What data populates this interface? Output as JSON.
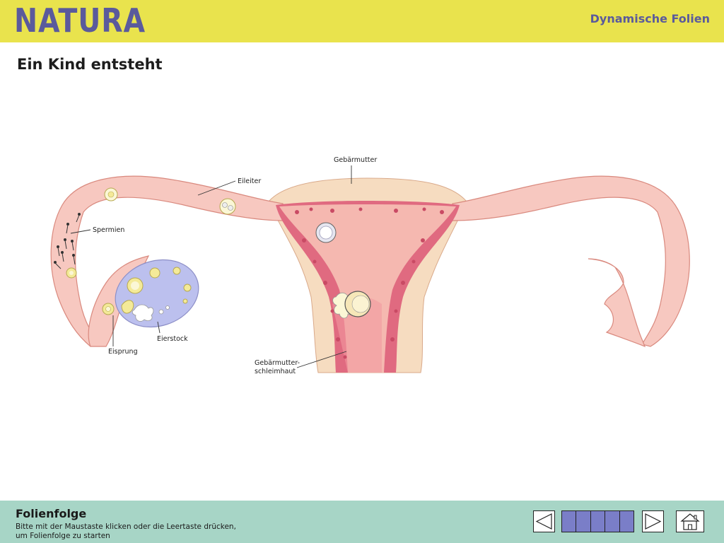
{
  "header": {
    "logo": "NATURA",
    "product_label": "Dynamische Folien"
  },
  "slide": {
    "title": "Ein Kind entsteht"
  },
  "diagram": {
    "labels": {
      "uterus": "Gebärmutter",
      "oviduct": "Eileiter",
      "sperm": "Spermien",
      "ovary": "Eierstock",
      "ovulation": "Eisprung",
      "endometrium_line1": "Gebärmutter-",
      "endometrium_line2": "schleimhaut"
    }
  },
  "footer": {
    "title": "Folienfolge",
    "line1": "Bitte mit der Maustaste klicken oder die Leertaste drücken,",
    "line2": "um Folienfolge zu starten"
  },
  "navigation": {
    "progress_total": 5,
    "progress_filled": 5,
    "icons": [
      "prev-arrow-icon",
      "next-arrow-icon",
      "home-icon"
    ]
  },
  "colors": {
    "header_bg": "#e9e34d",
    "logo": "#5a5a9c",
    "footer_bg": "#a7d5c6",
    "progress_fill": "#7a7ec8",
    "tissue_pink": "#f7c8c0",
    "tissue_outline": "#d9897e",
    "endometrium": "#e06a80",
    "ovary": "#bcc0ee"
  }
}
